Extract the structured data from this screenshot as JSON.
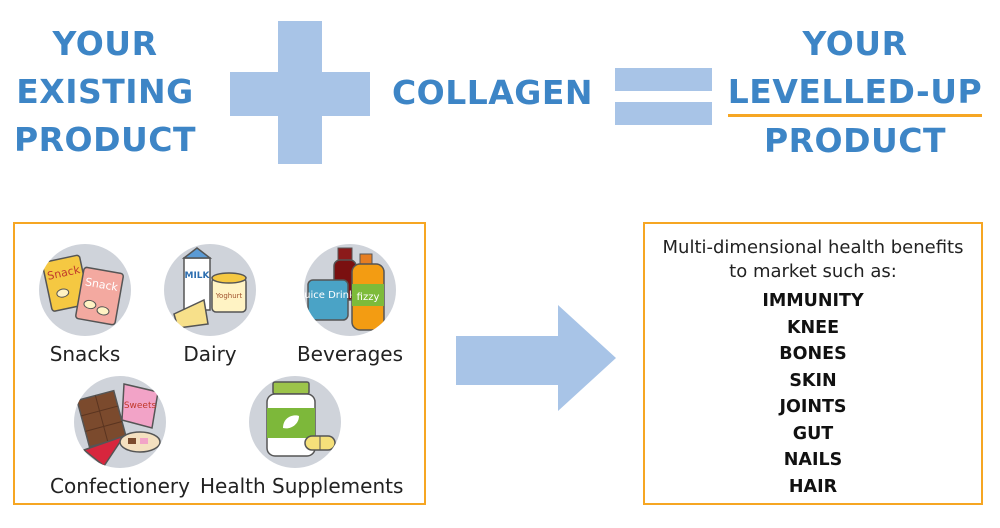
{
  "headings": {
    "left": [
      "YOUR",
      "EXISTING",
      "PRODUCT"
    ],
    "middle": "COLLAGEN",
    "right": [
      "YOUR",
      "LEVELLED-UP",
      "PRODUCT"
    ]
  },
  "products": [
    {
      "label": "Snacks",
      "icon": "snack-bags-icon",
      "package_texts": [
        "Snack",
        "Snack"
      ]
    },
    {
      "label": "Dairy",
      "icon": "milk-yoghurt-cheese-icon",
      "package_texts": [
        "MILK",
        "Yoghurt"
      ]
    },
    {
      "label": "Beverages",
      "icon": "drink-bottles-icon",
      "package_texts": [
        "Juice Drink",
        "fizzy"
      ]
    },
    {
      "label": "Confectionery",
      "icon": "chocolate-sweets-icon",
      "package_texts": [
        "Sweets"
      ]
    },
    {
      "label": "Health Supplements",
      "icon": "supplement-jar-icon",
      "package_texts": []
    }
  ],
  "benefits": {
    "intro_line1": "Multi-dimensional health benefits",
    "intro_line2": "to market such as:",
    "items": [
      "IMMUNITY",
      "KNEE",
      "BONES",
      "SKIN",
      "JOINTS",
      "GUT",
      "NAILS",
      "HAIR"
    ]
  },
  "colors": {
    "heading_blue": "#3d85c6",
    "shape_blue": "#a8c4e7",
    "accent_orange": "#f6a623",
    "icon_circle_grey": "#cfd3da"
  }
}
